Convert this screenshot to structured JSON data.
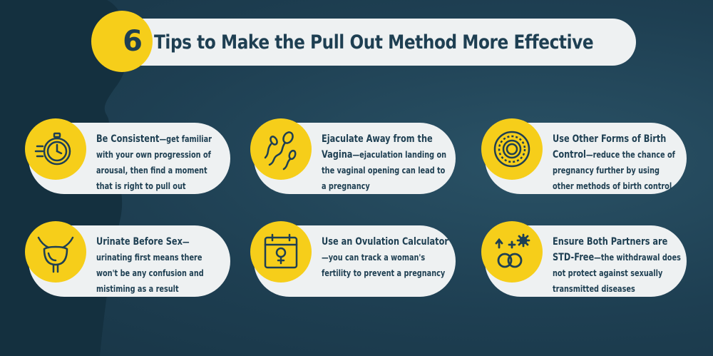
{
  "title": {
    "number": "6",
    "text": "Tips to Make the Pull Out Method More Effective"
  },
  "tips": [
    {
      "icon": "stopwatch-icon",
      "lead": "Be Consistent",
      "body": "—get familiar with your own progression of arousal, then find a moment that is right to pull out"
    },
    {
      "icon": "sperm-egg-icon",
      "lead": "Ejaculate Away from the Vagina",
      "body": "—ejaculation landing on the vaginal opening can lead to a pregnancy"
    },
    {
      "icon": "birth-control-ring-icon",
      "lead": "Use Other Forms of Birth Control",
      "body": "—reduce the chance of pregnancy further by using other methods of birth control"
    },
    {
      "icon": "bladder-icon",
      "lead": "Urinate Before Sex",
      "body": "—urinating first means there won't be any confusion and mistiming as a result"
    },
    {
      "icon": "calendar-female-icon",
      "lead": "Use an Ovulation Calculator",
      "body": "—you can track a woman's fertility to prevent a pregnancy"
    },
    {
      "icon": "std-free-rings-icon",
      "lead": "Ensure Both Partners are STD-Free",
      "body": "—the withdrawal does not protect against sexually transmitted diseases"
    }
  ],
  "colors": {
    "background": "#1e3f52",
    "accent": "#f6ce1a",
    "card": "#eef1f2",
    "text": "#1e3f52"
  }
}
